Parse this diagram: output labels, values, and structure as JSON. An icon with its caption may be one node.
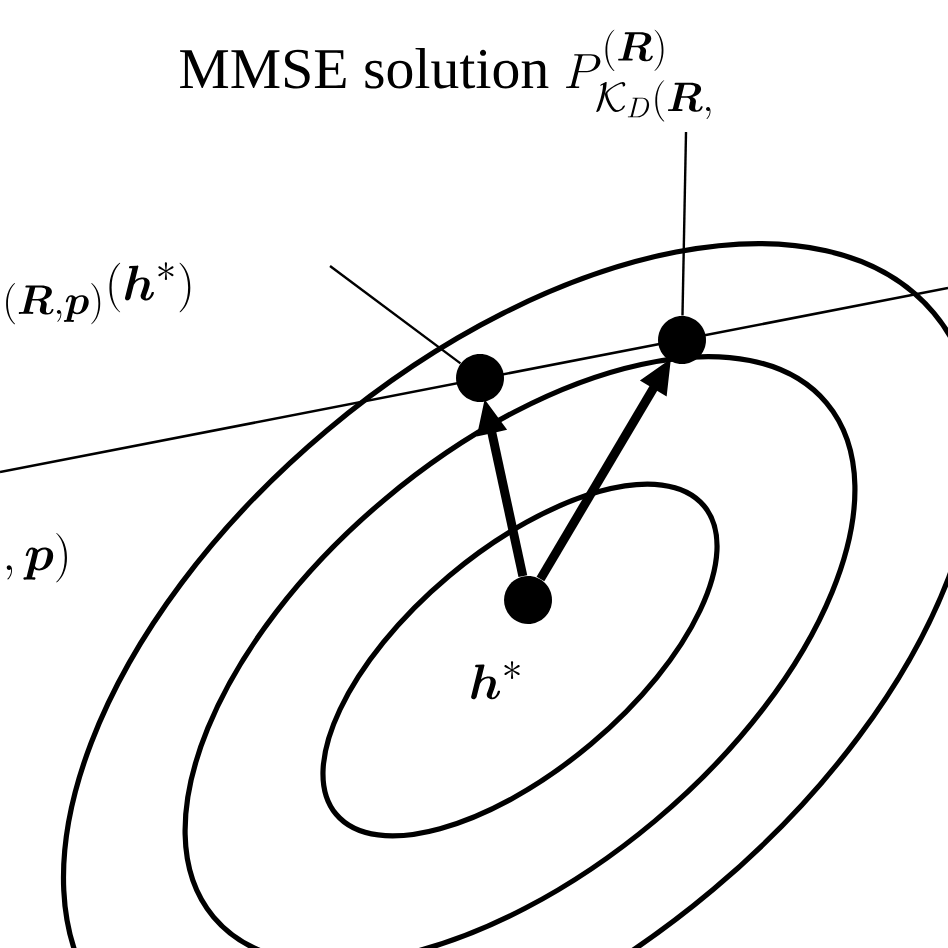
{
  "diagram": {
    "nodes": [
      {
        "text": [
          "\\text{MMSE solution }P^{(\\boldsymbol{R})}_{\\mathcal{K}_D(\\boldsymbol{R},}"
        ]
      },
      {
        "text": [
          "{}_{(\\boldsymbol{R},\\boldsymbol{p})}(\\boldsymbol{h}^{*})"
        ]
      },
      {
        "text": [],
        "shape": "circle"
      },
      {
        "text": [],
        "shape": "circle"
      },
      {
        "text": [],
        "shape": "circle",
        "beside": [
          "\\boldsymbol{h}^{*}"
        ]
      }
    ],
    "edges": [
      {
        "from": 0,
        "to": 3,
        "arrow": "none"
      },
      {
        "from": 1,
        "to": 2,
        "arrow": "none"
      },
      {
        "from": 4,
        "to": 2,
        "arrow": "to",
        "style": "thick"
      },
      {
        "from": 4,
        "to": 3,
        "arrow": "to",
        "style": "thick"
      }
    ],
    "labels": [
      ",\\boldsymbol{p})"
    ]
  }
}
